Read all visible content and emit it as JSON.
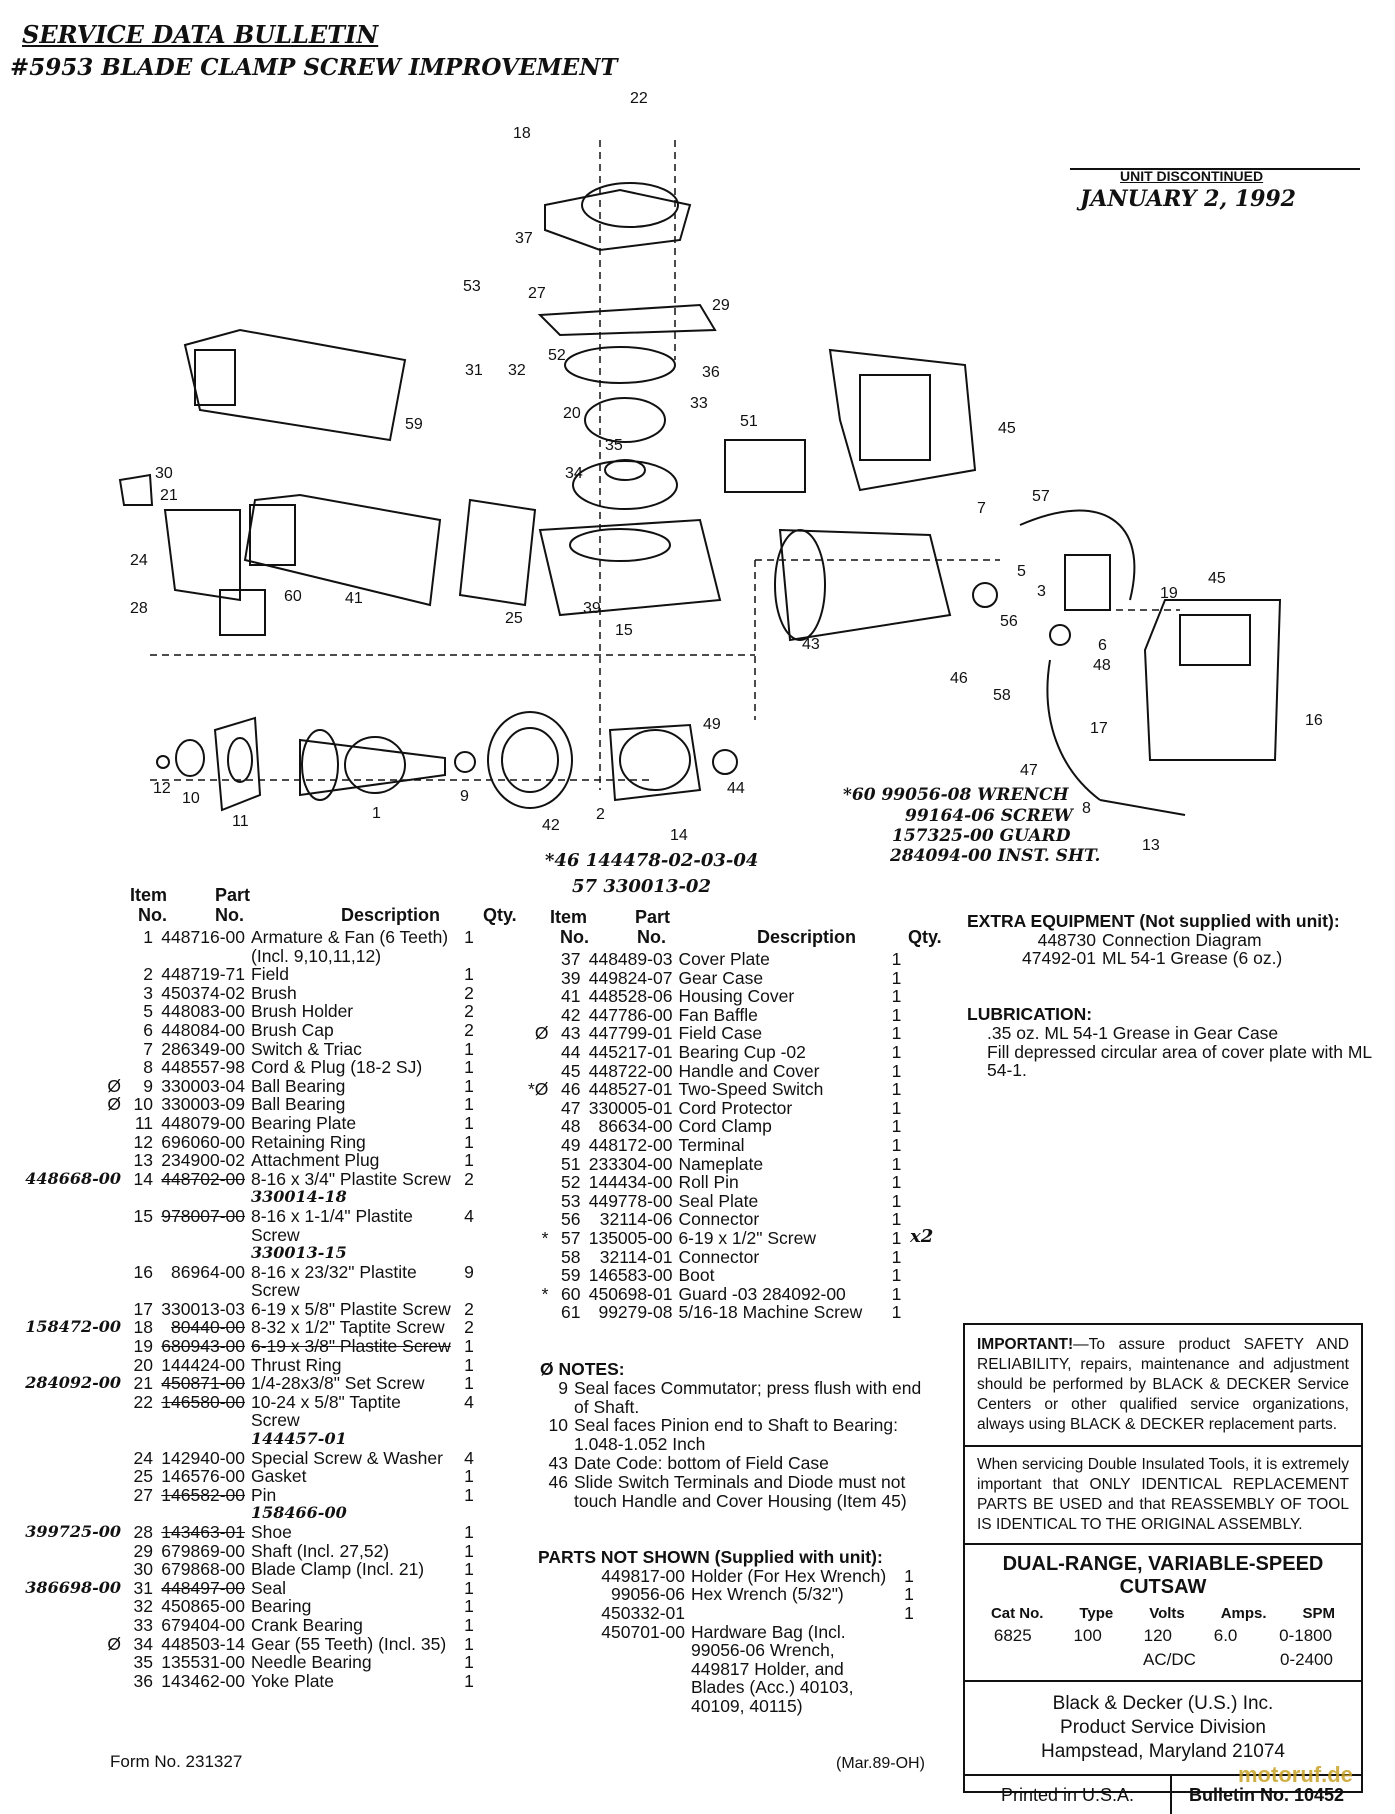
{
  "header": {
    "title": "SERVICE DATA BULLETIN",
    "subtitle": "#5953 BLADE CLAMP SCREW IMPROVEMENT",
    "discontinued_label": "UNIT DISCONTINUED",
    "discontinued_date": "JANUARY 2, 1992"
  },
  "callouts": [
    "22",
    "18",
    "37",
    "53",
    "27",
    "29",
    "31",
    "32",
    "52",
    "36",
    "20",
    "33",
    "59",
    "51",
    "45",
    "35",
    "34",
    "30",
    "21",
    "24",
    "28",
    "60",
    "41",
    "25",
    "39",
    "15",
    "43",
    "7",
    "57",
    "5",
    "3",
    "56",
    "6",
    "46",
    "58",
    "48",
    "17",
    "19",
    "45",
    "16",
    "12",
    "10",
    "11",
    "1",
    "9",
    "42",
    "2",
    "14",
    "49",
    "44",
    "47",
    "8",
    "13"
  ],
  "handnotes": {
    "note60": "*60 99056-08 WRENCH",
    "note60b": "99164-06 SCREW",
    "note60c": "157325-00 GUARD",
    "note60d": "284094-00 INST. SHT.",
    "note46": "*46 144478-02-03-04",
    "note57": "57 330013-02"
  },
  "table_headers": {
    "item": "Item",
    "no": "No.",
    "part": "Part",
    "part_no": "No.",
    "description": "Description",
    "qty": "Qty."
  },
  "parts_left": [
    {
      "mark": "",
      "item": "1",
      "part": "448716-00",
      "desc": "Armature & Fan (6 Teeth)(Incl. 9,10,11,12)",
      "qty": "1"
    },
    {
      "mark": "",
      "item": "2",
      "part": "448719-71",
      "desc": "Field",
      "qty": "1"
    },
    {
      "mark": "",
      "item": "3",
      "part": "450374-02",
      "desc": "Brush",
      "qty": "2"
    },
    {
      "mark": "",
      "item": "5",
      "part": "448083-00",
      "desc": "Brush Holder",
      "qty": "2"
    },
    {
      "mark": "",
      "item": "6",
      "part": "448084-00",
      "desc": "Brush Cap",
      "qty": "2"
    },
    {
      "mark": "",
      "item": "7",
      "part": "286349-00",
      "desc": "Switch & Triac",
      "qty": "1"
    },
    {
      "mark": "",
      "item": "8",
      "part": "448557-98",
      "desc": "Cord & Plug (18-2 SJ)",
      "qty": "1"
    },
    {
      "mark": "Ø",
      "item": "9",
      "part": "330003-04",
      "desc": "Ball Bearing",
      "qty": "1"
    },
    {
      "mark": "Ø",
      "item": "10",
      "part": "330003-09",
      "desc": "Ball Bearing",
      "qty": "1"
    },
    {
      "mark": "",
      "item": "11",
      "part": "448079-00",
      "desc": "Bearing Plate",
      "qty": "1"
    },
    {
      "mark": "",
      "item": "12",
      "part": "696060-00",
      "desc": "Retaining Ring",
      "qty": "1"
    },
    {
      "mark": "",
      "item": "13",
      "part": "234900-02",
      "desc": "Attachment Plug",
      "qty": "1"
    },
    {
      "mark": "448668-00",
      "item": "14",
      "part": "448702-00",
      "desc": "8-16 x 3/4\" Plastite Screw",
      "qty": "2",
      "new": "330014-18"
    },
    {
      "mark": "",
      "item": "15",
      "part": "978007-00",
      "desc": "8-16 x 1-1/4\" Plastite Screw",
      "qty": "4",
      "new": "330013-15"
    },
    {
      "mark": "",
      "item": "16",
      "part": "86964-00",
      "desc": "8-16 x 23/32\" Plastite Screw",
      "qty": "9"
    },
    {
      "mark": "",
      "item": "17",
      "part": "330013-03",
      "desc": "6-19 x 5/8\" Plastite Screw",
      "qty": "2"
    },
    {
      "mark": "158472-00",
      "item": "18",
      "part": "80440-00",
      "desc": "8-32 x 1/2\" Taptite Screw",
      "qty": "2"
    },
    {
      "mark": "",
      "item": "19",
      "part": "680943-00",
      "desc": "6-19 x 3/8\" Plastite Screw",
      "qty": "1",
      "struck": "yes"
    },
    {
      "mark": "",
      "item": "20",
      "part": "144424-00",
      "desc": "Thrust Ring",
      "qty": "1"
    },
    {
      "mark": "284092-00",
      "item": "21",
      "part": "450871-00",
      "desc": "1/4-28x3/8\" Set Screw",
      "qty": "1"
    },
    {
      "mark": "",
      "item": "22",
      "part": "146580-00",
      "desc": "10-24 x 5/8\" Taptite Screw",
      "qty": "4",
      "new": "144457-01"
    },
    {
      "mark": "",
      "item": "24",
      "part": "142940-00",
      "desc": "Special Screw & Washer",
      "qty": "4"
    },
    {
      "mark": "",
      "item": "25",
      "part": "146576-00",
      "desc": "Gasket",
      "qty": "1"
    },
    {
      "mark": "",
      "item": "27",
      "part": "146582-00",
      "desc": "Pin",
      "qty": "1",
      "new": "158466-00"
    },
    {
      "mark": "399725-00",
      "item": "28",
      "part": "143463-01",
      "desc": "Shoe",
      "qty": "1"
    },
    {
      "mark": "",
      "item": "29",
      "part": "679869-00",
      "desc": "Shaft (Incl. 27,52)",
      "qty": "1"
    },
    {
      "mark": "",
      "item": "30",
      "part": "679868-00",
      "desc": "Blade Clamp (Incl. 21)",
      "qty": "1"
    },
    {
      "mark": "386698-00",
      "item": "31",
      "part": "448497-00",
      "desc": "Seal",
      "qty": "1"
    },
    {
      "mark": "",
      "item": "32",
      "part": "450865-00",
      "desc": "Bearing",
      "qty": "1"
    },
    {
      "mark": "",
      "item": "33",
      "part": "679404-00",
      "desc": "Crank Bearing",
      "qty": "1"
    },
    {
      "mark": "Ø",
      "item": "34",
      "part": "448503-14",
      "desc": "Gear (55 Teeth) (Incl. 35)",
      "qty": "1"
    },
    {
      "mark": "",
      "item": "35",
      "part": "135531-00",
      "desc": "Needle Bearing",
      "qty": "1"
    },
    {
      "mark": "",
      "item": "36",
      "part": "143462-00",
      "desc": "Yoke Plate",
      "qty": "1"
    }
  ],
  "parts_right": [
    {
      "mark": "",
      "item": "37",
      "part": "448489-03",
      "desc": "Cover Plate",
      "qty": "1"
    },
    {
      "mark": "",
      "item": "39",
      "part": "449824-07",
      "desc": "Gear Case",
      "qty": "1"
    },
    {
      "mark": "",
      "item": "41",
      "part": "448528-06",
      "desc": "Housing Cover",
      "qty": "1"
    },
    {
      "mark": "",
      "item": "42",
      "part": "447786-00",
      "desc": "Fan Baffle",
      "qty": "1"
    },
    {
      "mark": "Ø",
      "item": "43",
      "part": "447799-01",
      "desc": "Field Case",
      "qty": "1"
    },
    {
      "mark": "",
      "item": "44",
      "part": "445217-01",
      "desc": "Bearing Cup -02",
      "qty": "1"
    },
    {
      "mark": "",
      "item": "45",
      "part": "448722-00",
      "desc": "Handle and Cover",
      "qty": "1"
    },
    {
      "mark": "*Ø",
      "item": "46",
      "part": "448527-01",
      "desc": "Two-Speed Switch",
      "qty": "1"
    },
    {
      "mark": "",
      "item": "47",
      "part": "330005-01",
      "desc": "Cord Protector",
      "qty": "1"
    },
    {
      "mark": "",
      "item": "48",
      "part": "86634-00",
      "desc": "Cord Clamp",
      "qty": "1"
    },
    {
      "mark": "",
      "item": "49",
      "part": "448172-00",
      "desc": "Terminal",
      "qty": "1"
    },
    {
      "mark": "",
      "item": "51",
      "part": "233304-00",
      "desc": "Nameplate",
      "qty": "1"
    },
    {
      "mark": "",
      "item": "52",
      "part": "144434-00",
      "desc": "Roll Pin",
      "qty": "1"
    },
    {
      "mark": "",
      "item": "53",
      "part": "449778-00",
      "desc": "Seal Plate",
      "qty": "1"
    },
    {
      "mark": "",
      "item": "56",
      "part": "32114-06",
      "desc": "Connector",
      "qty": "1"
    },
    {
      "mark": "*",
      "item": "57",
      "part": "135005-00",
      "desc": "6-19 x 1/2\" Screw",
      "qty": "1"
    },
    {
      "mark": "",
      "item": "58",
      "part": "32114-01",
      "desc": "Connector",
      "qty": "1"
    },
    {
      "mark": "",
      "item": "59",
      "part": "146583-00",
      "desc": "Boot",
      "qty": "1"
    },
    {
      "mark": "*",
      "item": "60",
      "part": "450698-01",
      "desc": "Guard -03 284092-00",
      "qty": "1"
    },
    {
      "mark": "",
      "item": "61",
      "part": "99279-08",
      "desc": "5/16-18 Machine Screw",
      "qty": "1"
    }
  ],
  "qty_note_57": "x2",
  "notes": {
    "title": "Ø NOTES:",
    "items": [
      {
        "no": "9",
        "text": "Seal faces Commutator; press flush with end of Shaft."
      },
      {
        "no": "10",
        "text": "Seal faces Pinion end to Shaft to Bearing: 1.048-1.052 Inch"
      },
      {
        "no": "43",
        "text": "Date Code: bottom of Field Case"
      },
      {
        "no": "46",
        "text": "Slide Switch Terminals and Diode must not touch Handle and Cover Housing (Item 45)"
      }
    ]
  },
  "parts_not_shown": {
    "title": "PARTS NOT SHOWN (Supplied with unit):",
    "items": [
      {
        "part": "449817-00",
        "desc": "Holder (For Hex Wrench)",
        "qty": "1"
      },
      {
        "part": "99056-06",
        "desc": "Hex Wrench (5/32\")",
        "qty": "1"
      },
      {
        "part": "450332-01",
        "desc": "",
        "qty": "1"
      },
      {
        "part": "450701-00",
        "desc": "Hardware Bag (Incl. 99056-06 Wrench, 449817 Holder, and Blades (Acc.) 40103, 40109, 40115)",
        "qty": ""
      }
    ]
  },
  "extra_equipment": {
    "title": "EXTRA EQUIPMENT (Not supplied with unit):",
    "items": [
      {
        "part": "448730",
        "desc": "Connection Diagram"
      },
      {
        "part": "47492-01",
        "desc": "ML 54-1 Grease (6 oz.)"
      }
    ]
  },
  "lubrication": {
    "title": "LUBRICATION:",
    "lines": [
      ".35 oz. ML 54-1 Grease in Gear Case",
      "Fill depressed circular area of cover plate with ML 54-1."
    ]
  },
  "important": {
    "lead": "IMPORTANT!",
    "text": "—To assure product SAFETY AND RELIABILITY, repairs, maintenance and adjustment should be performed by BLACK & DECKER Service Centers or other qualified service organizations, always using BLACK & DECKER replacement parts.",
    "text2": "When servicing Double Insulated Tools, it is extremely important that ONLY IDENTICAL REPLACEMENT PARTS BE USED and that REASSEMBLY OF TOOL IS IDENTICAL TO THE ORIGINAL ASSEMBLY."
  },
  "product": {
    "name": "DUAL-RANGE, VARIABLE-SPEED CUTSAW",
    "headers": [
      "Cat No.",
      "Type",
      "Volts",
      "Amps.",
      "SPM"
    ],
    "row1": [
      "6825",
      "100",
      "120",
      "6.0",
      "0-1800"
    ],
    "row2": [
      "",
      "",
      "AC/DC",
      "",
      "0-2400"
    ],
    "company": "Black & Decker (U.S.) Inc.",
    "division": "Product Service Division",
    "address": "Hampstead, Maryland 21074"
  },
  "footer": {
    "form": "Form No. 231327",
    "date": "(Mar.89-OH)",
    "printed": "Printed in U.S.A.",
    "bulletin": "Bulletin No. 10452",
    "watermark": "motoruf.de"
  }
}
